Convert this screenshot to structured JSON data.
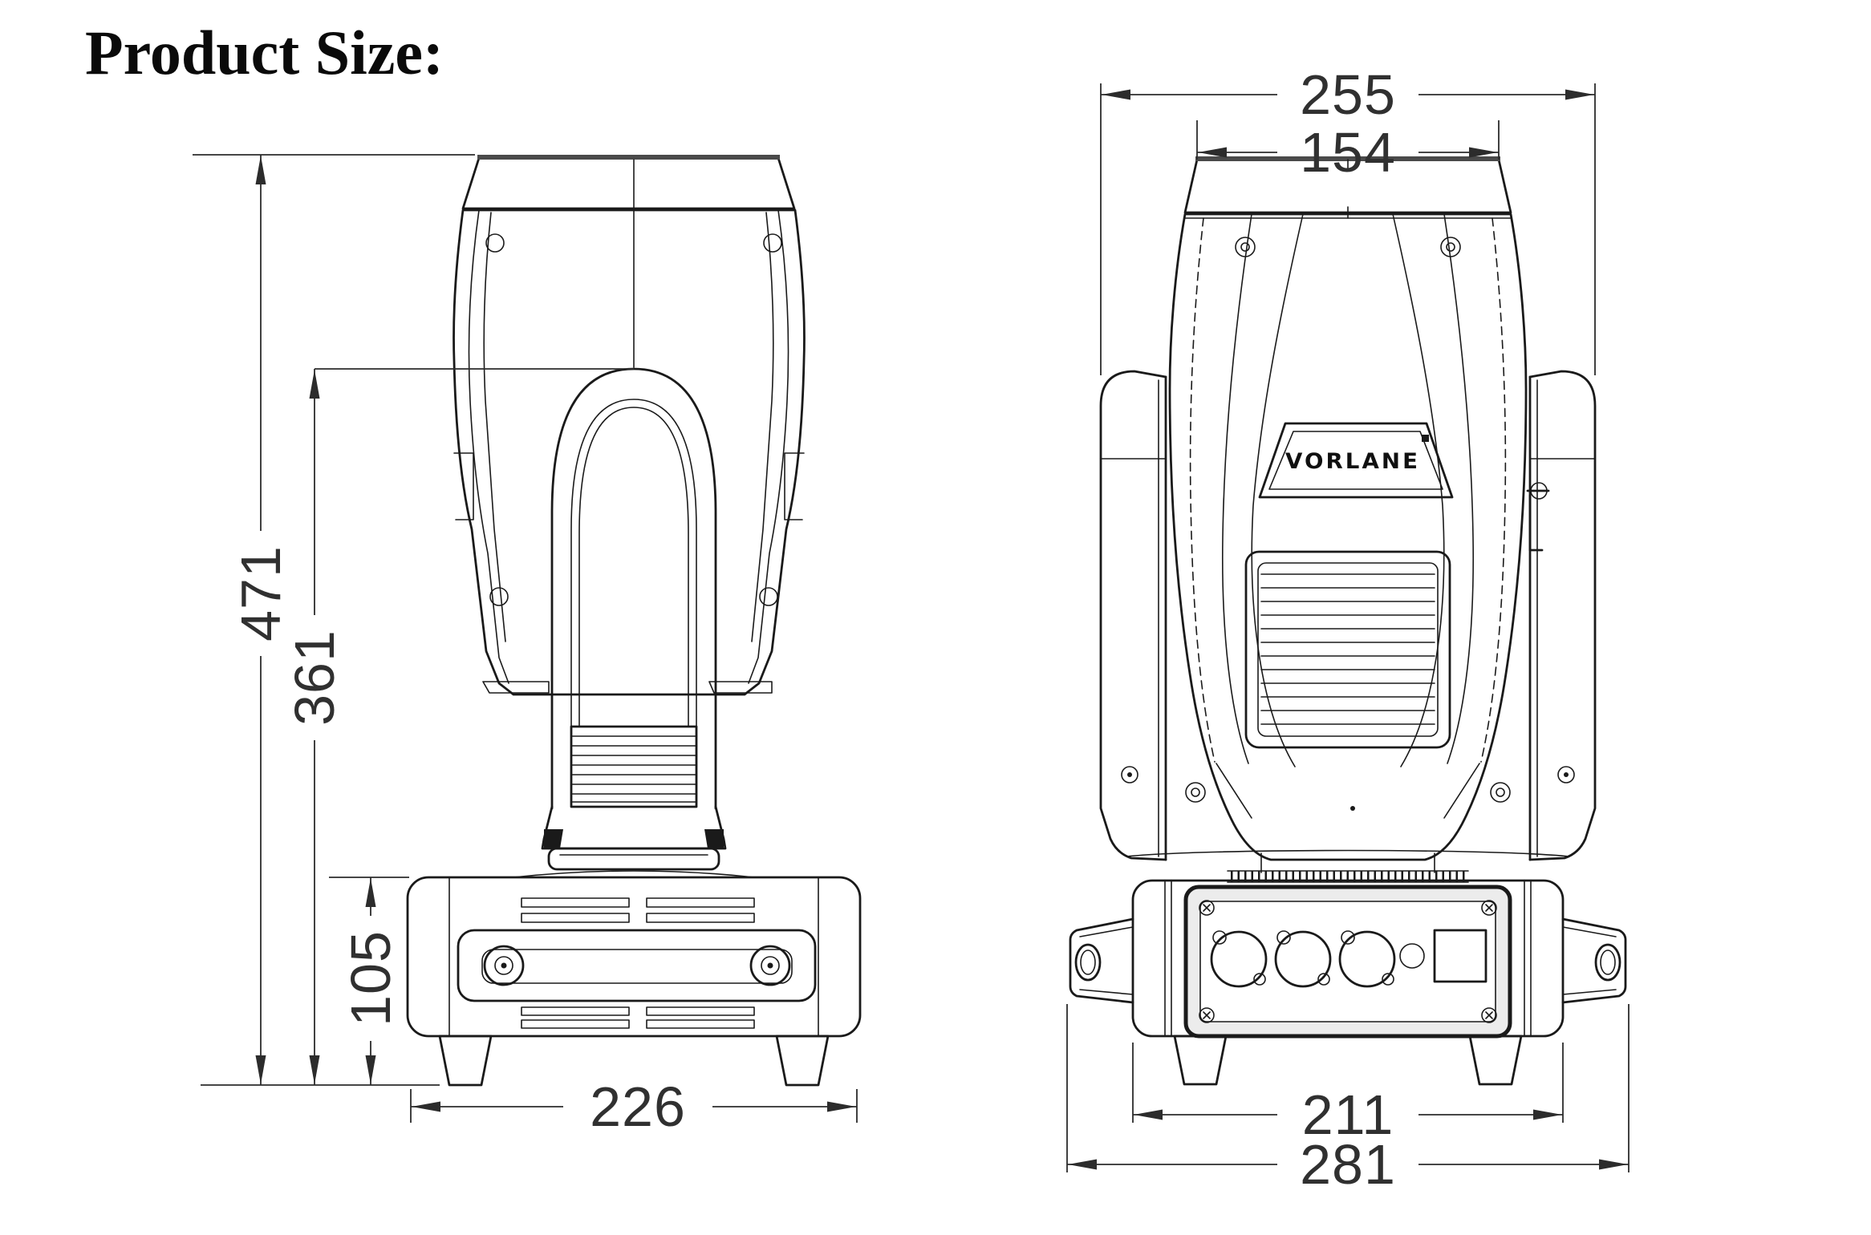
{
  "title": "Product Size:",
  "logo_text": "VORLANE",
  "dimensions": {
    "side": {
      "overall_height": "471",
      "upper_assembly_height": "361",
      "base_height": "105",
      "base_width": "226"
    },
    "front": {
      "overall_width": "255",
      "head_top_width": "154",
      "base_width": "211",
      "overall_base_width": "281"
    }
  }
}
